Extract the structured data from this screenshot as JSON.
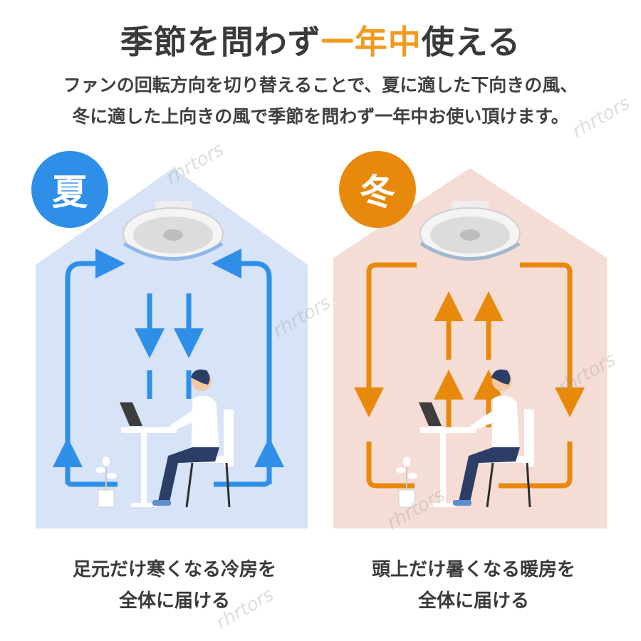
{
  "header": {
    "title_before": "季節を問わず",
    "title_highlight": "一年中",
    "title_after": "使える",
    "description_line1": "ファンの回転方向を切り替えることで、夏に適した下向きの風、",
    "description_line2": "冬に適した上向きの風で季節を問わず一年中お使い頂けます。"
  },
  "summer": {
    "badge": "夏",
    "caption_line1": "足元だけ寒くなる冷房を",
    "caption_line2": "全体に届ける",
    "airflow": "down",
    "house_color": "#d7e3f7",
    "arrow_color": "#2f8fe8"
  },
  "winter": {
    "badge": "冬",
    "caption_line1": "頭上だけ暑くなる暖房を",
    "caption_line2": "全体に届ける",
    "airflow": "up",
    "house_color": "#f5ddd6",
    "arrow_color": "#e8890c"
  },
  "watermark": "rhrtors",
  "colors": {
    "highlight": "#f29a1f",
    "text": "#3a3a3a"
  }
}
